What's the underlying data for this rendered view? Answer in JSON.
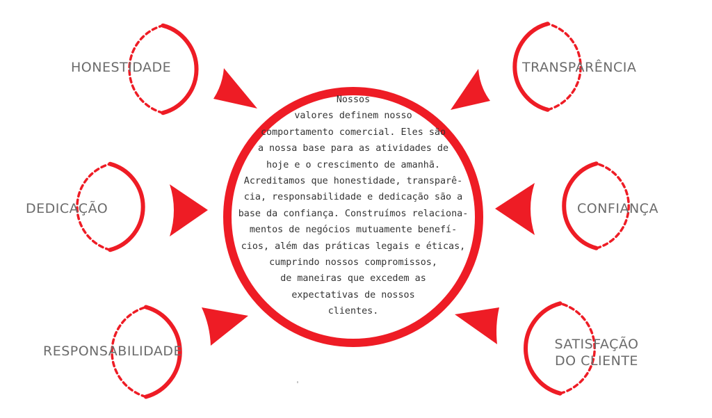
{
  "colors": {
    "accent": "#ee1c25",
    "label": "#6b6b6b",
    "body_text": "#333333",
    "background": "#ffffff"
  },
  "center": {
    "lines": [
      "Nossos",
      "valores definem nosso",
      "comportamento comercial. Eles são",
      "a nossa base para as atividades de",
      "hoje e o crescimento de amanhã.",
      "Acreditamos que honestidade, transparê-",
      "cia, responsabilidade e dedicação são a",
      "base da confiança. Construímos relaciona-",
      "mentos de negócios mutuamente benefí-",
      "cios, além das práticas legais e éticas,",
      "cumprindo nossos compromissos,",
      "de maneiras que excedem as",
      "expectativas de nossos",
      "clientes."
    ]
  },
  "values": {
    "honestidade": "HONESTIDADE",
    "transparencia": "TRANSPARÊNCIA",
    "dedicacao": "DEDICAÇÃO",
    "confianca": "CONFIANÇA",
    "responsabilidade": "RESPONSABILIDADE",
    "satisfacao_line1": "SATISFAÇÃO",
    "satisfacao_line2": "DO CLIENTE"
  }
}
